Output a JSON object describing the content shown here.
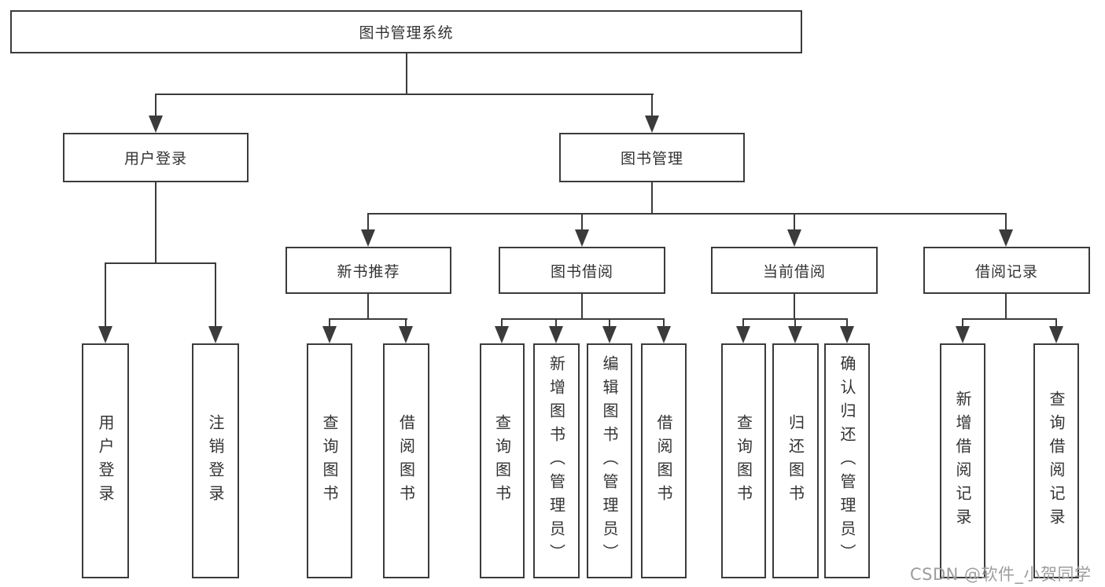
{
  "tree": {
    "root": {
      "label": "图书管理系统"
    },
    "user_login": {
      "label": "用户登录",
      "children": [
        "用户登录",
        "注销登录"
      ]
    },
    "book_mgmt": {
      "label": "图书管理",
      "sections": {
        "new_books": {
          "label": "新书推荐",
          "children": [
            "查询图书",
            "借阅图书"
          ]
        },
        "borrowing": {
          "label": "图书借阅",
          "children": [
            "查询图书",
            "新增图书（管理员）",
            "编辑图书（管理员）",
            "借阅图书"
          ]
        },
        "current": {
          "label": "当前借阅",
          "children": [
            "查询图书",
            "归还图书",
            "确认归还（管理员）"
          ]
        },
        "records": {
          "label": "借阅记录",
          "children": [
            "新增借阅记录",
            "查询借阅记录"
          ]
        }
      }
    }
  },
  "watermark": "CSDN @软件_小贺同学",
  "colors": {
    "line": "#3b3b3b",
    "box_border": "#3b3b3b",
    "text": "#333333",
    "watermark": "#9d9d9d",
    "background": "#ffffff"
  }
}
